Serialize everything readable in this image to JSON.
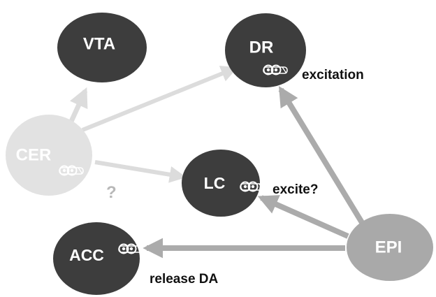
{
  "nodes": {
    "vta": {
      "label": "VTA"
    },
    "dr": {
      "label": "DR"
    },
    "cer": {
      "label": "CER"
    },
    "lc": {
      "label": "LC"
    },
    "acc": {
      "label": "ACC"
    },
    "epi": {
      "label": "EPI"
    }
  },
  "annotations": {
    "excitation": "excitation",
    "excite": "excite?",
    "release": "release DA",
    "question": "?"
  },
  "colors": {
    "dark_node": "#3d3d3d",
    "cer_node": "#e2e2e2",
    "epi_node": "#a9a9a9",
    "faint_arrow": "#dcdcdc",
    "strong_arrow": "#ababab",
    "receptor_icon": "#ffffff"
  },
  "icons": [
    "receptor-icon"
  ]
}
